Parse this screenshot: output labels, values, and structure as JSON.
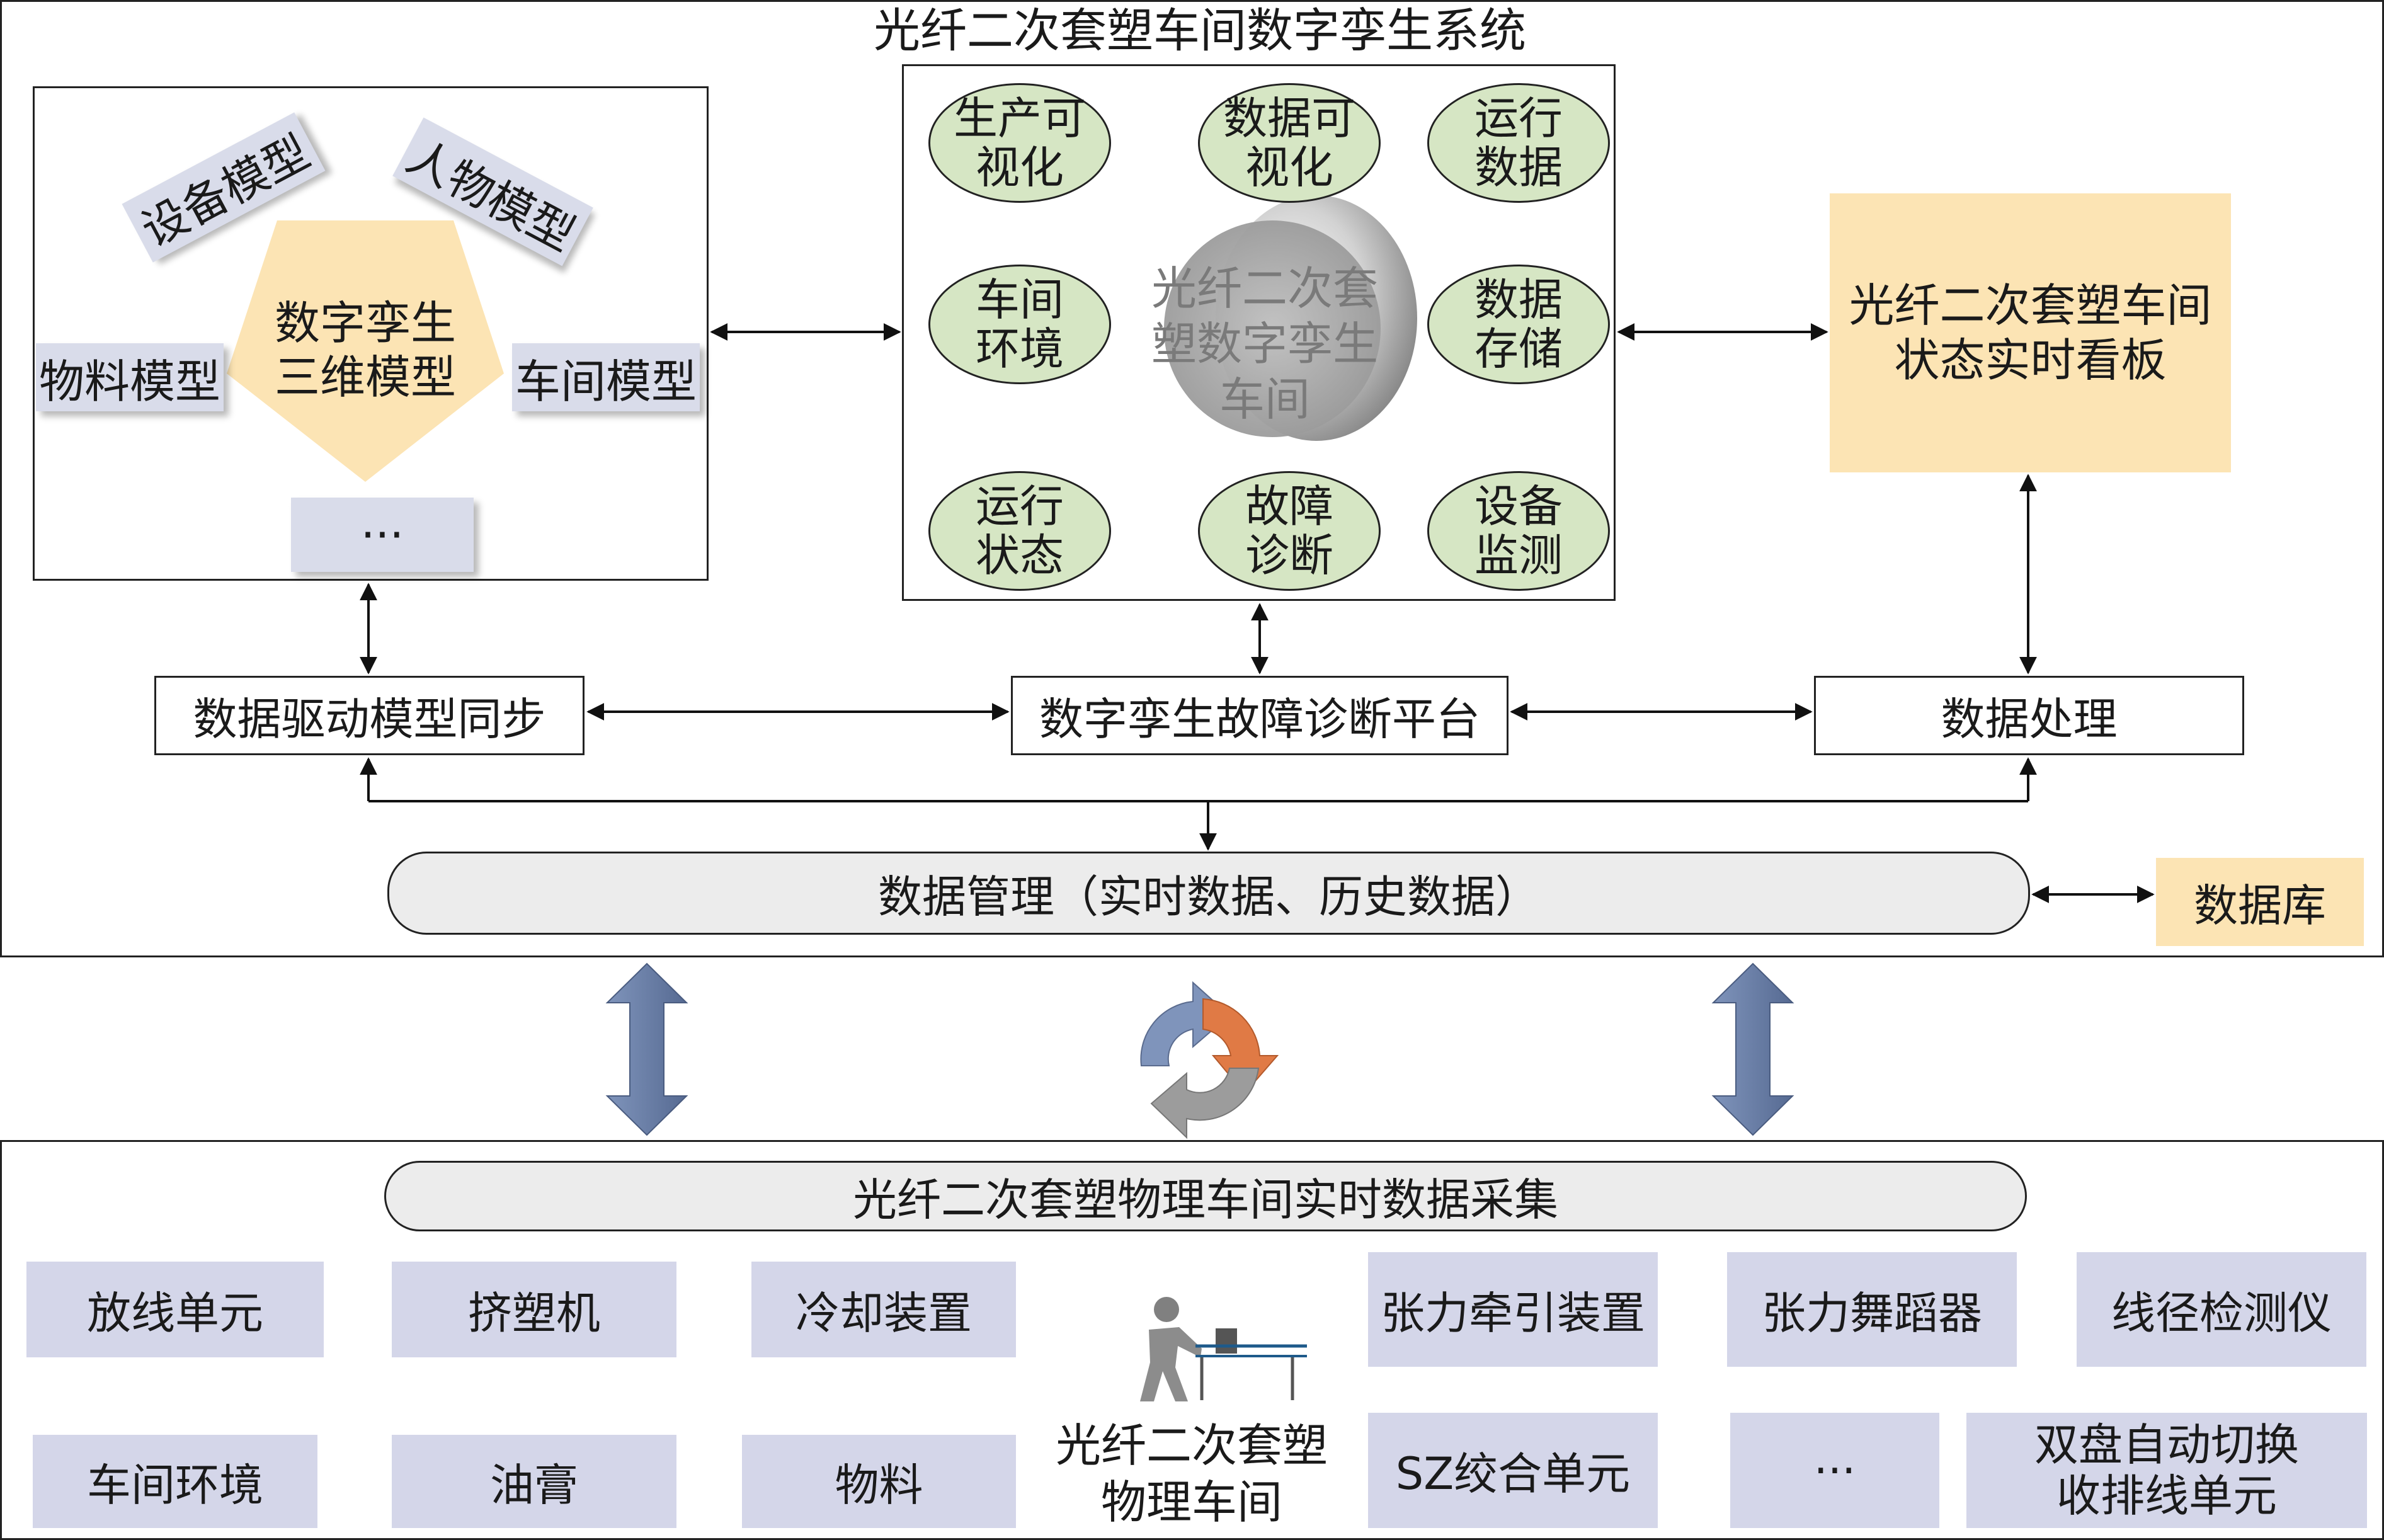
{
  "title": "光纤二次套塑车间数字孪生系统",
  "model_panel": {
    "equipment_model": "设备模型",
    "person_model": "人物模型",
    "material_model": "物料模型",
    "workshop_model": "车间模型",
    "core": "数字孪生\n三维模型",
    "more": "···"
  },
  "center_panel": {
    "core": "光纤二次套\n塑数字孪生\n车间",
    "functions": [
      "生产可\n视化",
      "数据可\n视化",
      "运行\n数据",
      "车间\n环境",
      "数据\n存储",
      "运行\n状态",
      "故障\n诊断",
      "设备\n监测"
    ]
  },
  "dashboard": "光纤二次套塑车间\n状态实时看板",
  "sync": "数据驱动模型同步",
  "platform": "数字孪生故障诊断平台",
  "processing": "数据处理",
  "data_management": "数据管理（实时数据、历史数据）",
  "database": "数据库",
  "collection": "光纤二次套塑物理车间实时数据采集",
  "physical_workshop": "光纤二次套塑\n物理车间",
  "devices_row1": [
    "放线单元",
    "挤塑机",
    "冷却装置",
    "张力牵引装置",
    "张力舞蹈器",
    "线径检测仪"
  ],
  "devices_row2": [
    "车间环境",
    "油膏",
    "物料",
    "SZ绞合单元",
    "···",
    "双盘自动切换\n收排线单元"
  ],
  "colors": {
    "model_bg": "#d9dcea",
    "device_bg": "#d4d6e9",
    "peach": "#fce4b4",
    "oval_green": "#d6e6c4",
    "arrow_blue": "#6277a0",
    "cycle_orange": "#e07a45",
    "cycle_gray": "#9a9a9a"
  }
}
